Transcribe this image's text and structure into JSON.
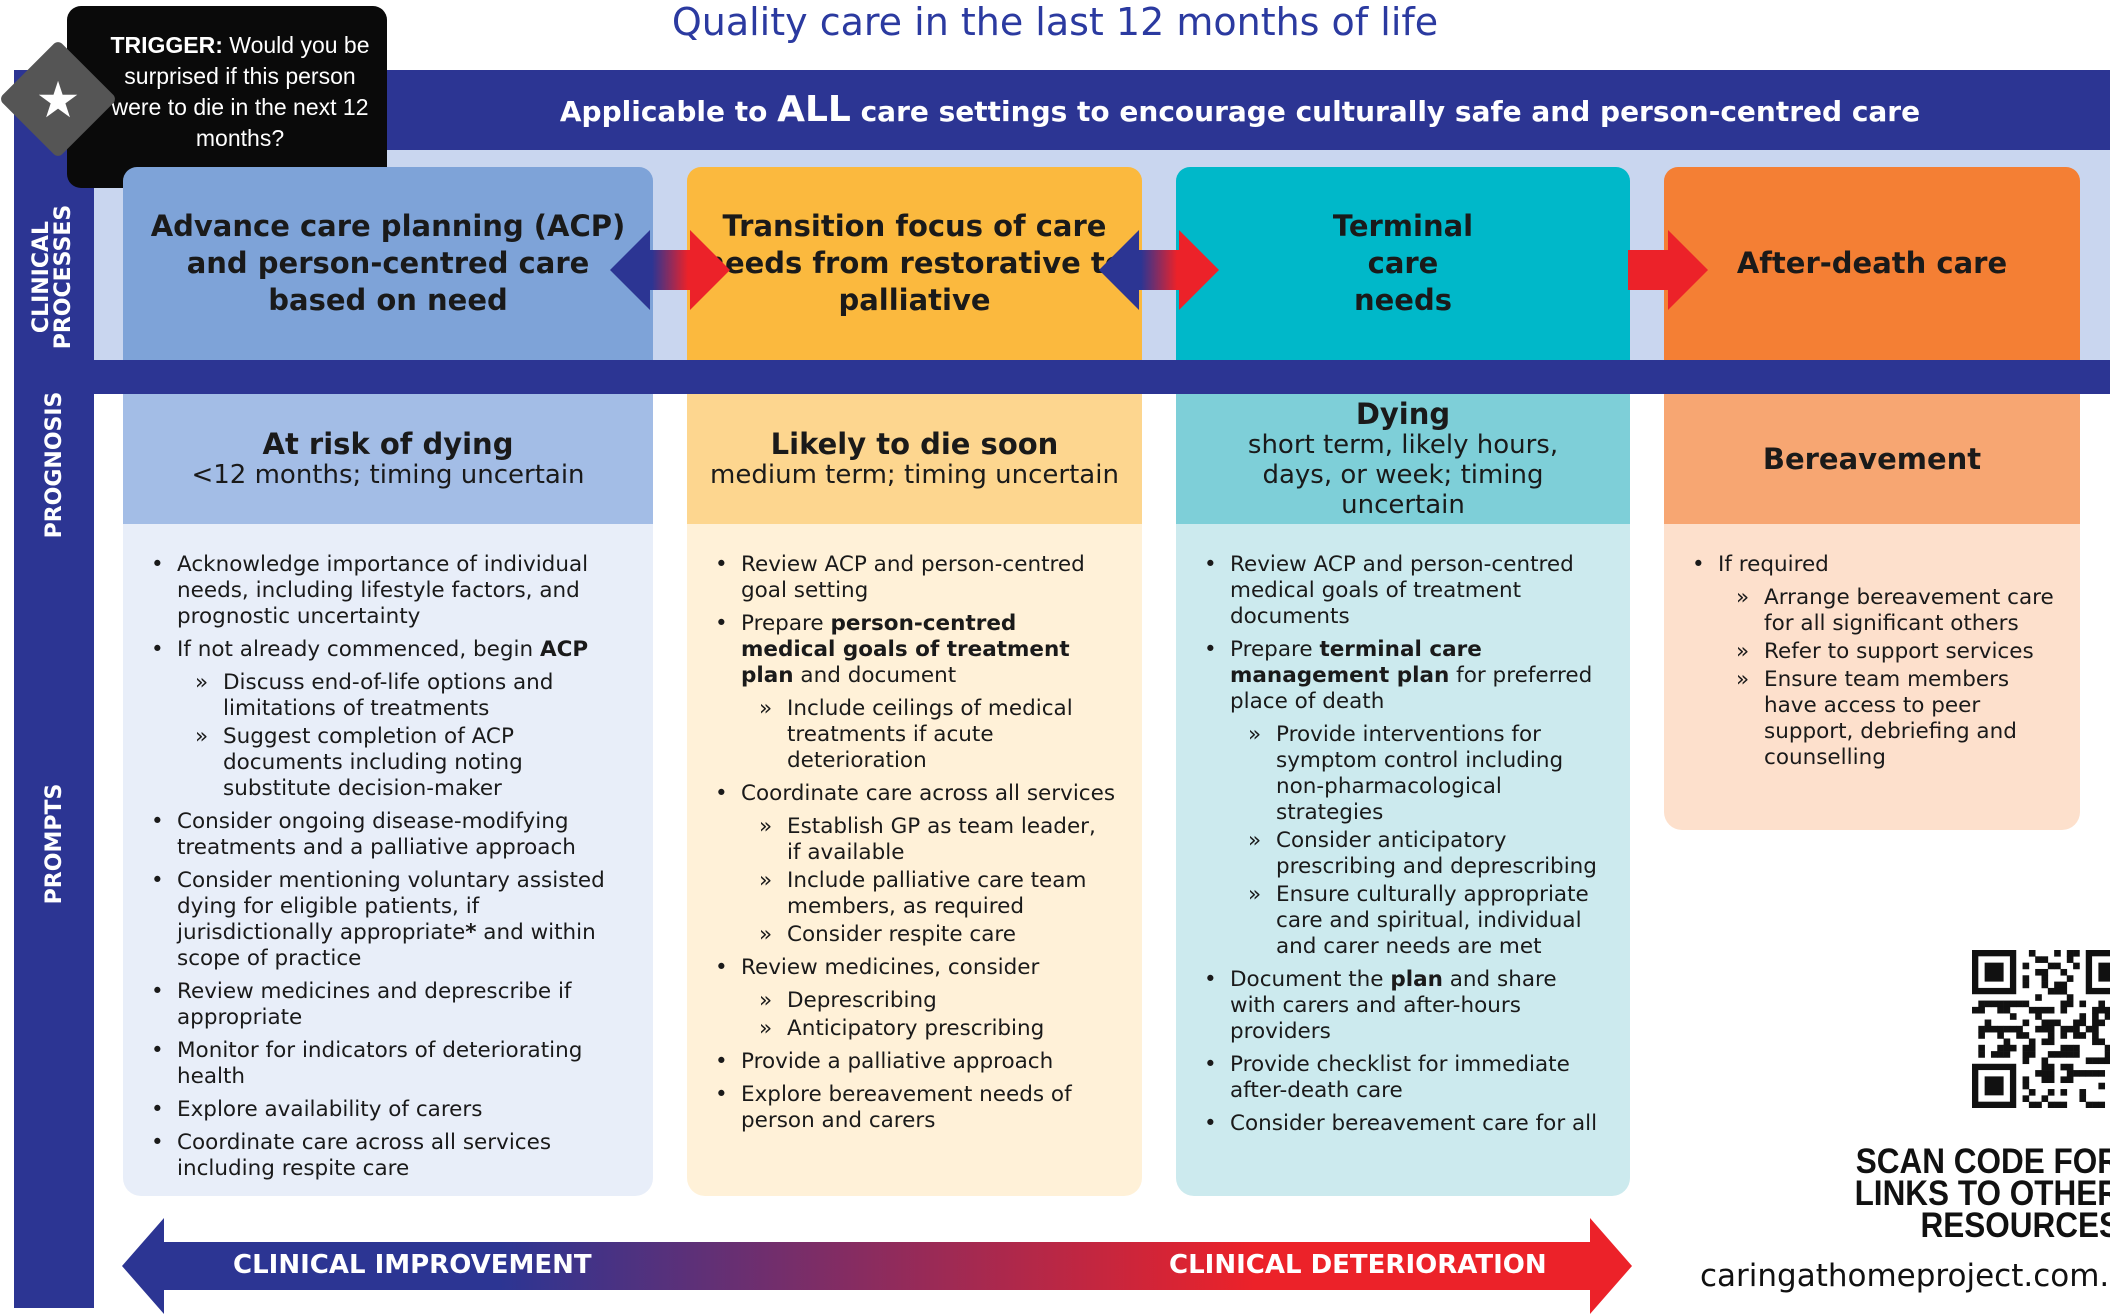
{
  "title": "Quality care in the last 12 months of life",
  "band": {
    "before": "Applicable to ",
    "emph": "ALL",
    "after": " care settings to encourage culturally safe and person-centred care"
  },
  "trigger": {
    "label": "TRIGGER:",
    "text": " Would you be surprised if this person were to die in the next 12 months?"
  },
  "side_labels": {
    "clinical_line1": "CLINICAL",
    "clinical_line2": "PROCESSES",
    "prognosis": "PROGNOSIS",
    "prompts": "PROMPTS"
  },
  "columns": [
    {
      "process": "Advance care planning (ACP) and person-centred care based on need",
      "prognosis_head": "At risk of dying",
      "prognosis_sub": "<12 months;  timing uncertain",
      "prompts": [
        {
          "t": "b",
          "parts": [
            "Acknowledge importance of individual needs, including lifestyle factors, and prognostic uncertainty"
          ]
        },
        {
          "t": "b",
          "parts": [
            "If not already commenced, begin ",
            "ACP"
          ]
        },
        {
          "t": "s",
          "parts": [
            "Discuss end-of-life options and limitations of treatments"
          ]
        },
        {
          "t": "s",
          "parts": [
            "Suggest completion of ACP documents including noting substitute decision-maker"
          ]
        },
        {
          "t": "b",
          "parts": [
            "Consider ongoing disease-modifying treatments and a palliative approach"
          ]
        },
        {
          "t": "b",
          "parts": [
            "Consider mentioning voluntary assisted dying for eligible patients, if jurisdictionally appropriate",
            "*",
            " and within scope of practice"
          ]
        },
        {
          "t": "b",
          "parts": [
            "Review medicines and deprescribe if appropriate"
          ]
        },
        {
          "t": "b",
          "parts": [
            "Monitor for indicators of deteriorating health"
          ]
        },
        {
          "t": "b",
          "parts": [
            "Explore availability of carers"
          ]
        },
        {
          "t": "b",
          "parts": [
            "Coordinate care across all services including respite care"
          ]
        }
      ]
    },
    {
      "process": "Transition focus of care needs from restorative to palliative",
      "prognosis_head": "Likely to die soon",
      "prognosis_sub": "medium term; timing uncertain",
      "prompts": [
        {
          "t": "b",
          "parts": [
            "Review ACP and person-centred goal setting"
          ]
        },
        {
          "t": "b",
          "parts": [
            "Prepare ",
            "person-centred medical goals of treatment plan",
            " and document"
          ]
        },
        {
          "t": "s",
          "parts": [
            "Include ceilings of medical treatments if acute deterioration"
          ]
        },
        {
          "t": "b",
          "parts": [
            "Coordinate care across all services"
          ]
        },
        {
          "t": "s",
          "parts": [
            "Establish GP as team leader, if available"
          ]
        },
        {
          "t": "s",
          "parts": [
            "Include palliative care team members, as required"
          ]
        },
        {
          "t": "s",
          "parts": [
            "Consider respite care"
          ]
        },
        {
          "t": "b",
          "parts": [
            "Review medicines, consider"
          ]
        },
        {
          "t": "s",
          "parts": [
            "Deprescribing"
          ]
        },
        {
          "t": "s",
          "parts": [
            "Anticipatory prescribing"
          ]
        },
        {
          "t": "b",
          "parts": [
            "Provide a palliative approach"
          ]
        },
        {
          "t": "b",
          "parts": [
            "Explore bereavement needs of person and carers"
          ]
        }
      ]
    },
    {
      "process": "Terminal care needs",
      "prognosis_head": "Dying",
      "prognosis_sub": "short term, likely hours, days, or week; timing uncertain",
      "prompts": [
        {
          "t": "b",
          "parts": [
            "Review ACP and person-centred medical goals of treatment documents"
          ]
        },
        {
          "t": "b",
          "parts": [
            "Prepare ",
            "terminal care management plan",
            " for preferred place of death"
          ]
        },
        {
          "t": "s",
          "parts": [
            "Provide interventions for symptom control including non-pharmacological strategies"
          ]
        },
        {
          "t": "s",
          "parts": [
            "Consider anticipatory prescribing and deprescribing"
          ]
        },
        {
          "t": "s",
          "parts": [
            "Ensure culturally appropriate care and spiritual, individual and carer needs are met"
          ]
        },
        {
          "t": "b",
          "parts": [
            "Document the ",
            "plan",
            " and share with carers and after-hours providers"
          ]
        },
        {
          "t": "b",
          "parts": [
            "Provide checklist for immediate after-death care"
          ]
        },
        {
          "t": "b",
          "parts": [
            "Consider bereavement care for all"
          ]
        }
      ]
    },
    {
      "process": "After-death care",
      "prognosis_head": "Bereavement",
      "prognosis_sub": "",
      "prompts": [
        {
          "t": "b",
          "parts": [
            "If required"
          ]
        },
        {
          "t": "s",
          "parts": [
            "Arrange bereavement care for all significant others"
          ]
        },
        {
          "t": "s",
          "parts": [
            "Refer to support services"
          ]
        },
        {
          "t": "s",
          "parts": [
            "Ensure team members have access to peer support, debriefing and counselling"
          ]
        }
      ]
    }
  ],
  "bottom_arrow": {
    "left": "CLINICAL IMPROVEMENT",
    "right": "CLINICAL DETERIORATION"
  },
  "scan": {
    "line1": "SCAN CODE FOR",
    "line2": "LINKS TO OTHER",
    "line3": "RESOURCES"
  },
  "website": "caringathomeproject.com.au",
  "colors": {
    "navy": "#2c3593",
    "col1_process": "#7ea3d8",
    "col1_prognosis": "#a3bde6",
    "col1_prompts": "#e8eef9",
    "col2_process": "#fbb93e",
    "col2_prognosis": "#fdd68f",
    "col2_prompts": "#fff1d8",
    "col3_process": "#00b8c9",
    "col3_prognosis": "#7ecfd8",
    "col3_prompts": "#cceaee",
    "col4_process": "#f47f34",
    "col4_prognosis": "#f7a672",
    "col4_prompts": "#fde0cc",
    "arrow_red": "#ec2229"
  }
}
